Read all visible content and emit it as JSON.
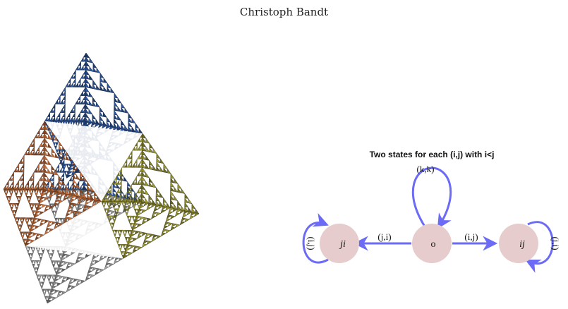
{
  "header": {
    "author": "Christoph Bandt"
  },
  "figure": {
    "colors": {
      "top": "#2a4f8f",
      "left": "#b3602f",
      "right": "#8f8c2e",
      "bottom": "#8a8a8a",
      "node_fill": "#e6cccc",
      "edge": "#6b6bf5"
    }
  },
  "diagram": {
    "title": "Two states for each (i,j) with i<j",
    "nodes": [
      {
        "id": "ji",
        "label": "ji"
      },
      {
        "id": "o",
        "label": "o"
      },
      {
        "id": "ij",
        "label": "ij"
      }
    ],
    "edges": [
      {
        "from": "o",
        "to": "o",
        "label": "(k,k)"
      },
      {
        "from": "o",
        "to": "ji",
        "label": "(j,i)"
      },
      {
        "from": "o",
        "to": "ij",
        "label": "(i,j)"
      },
      {
        "from": "ji",
        "to": "ji",
        "label": "(i,j)"
      },
      {
        "from": "ij",
        "to": "ij",
        "label": "(j,i)"
      }
    ]
  }
}
